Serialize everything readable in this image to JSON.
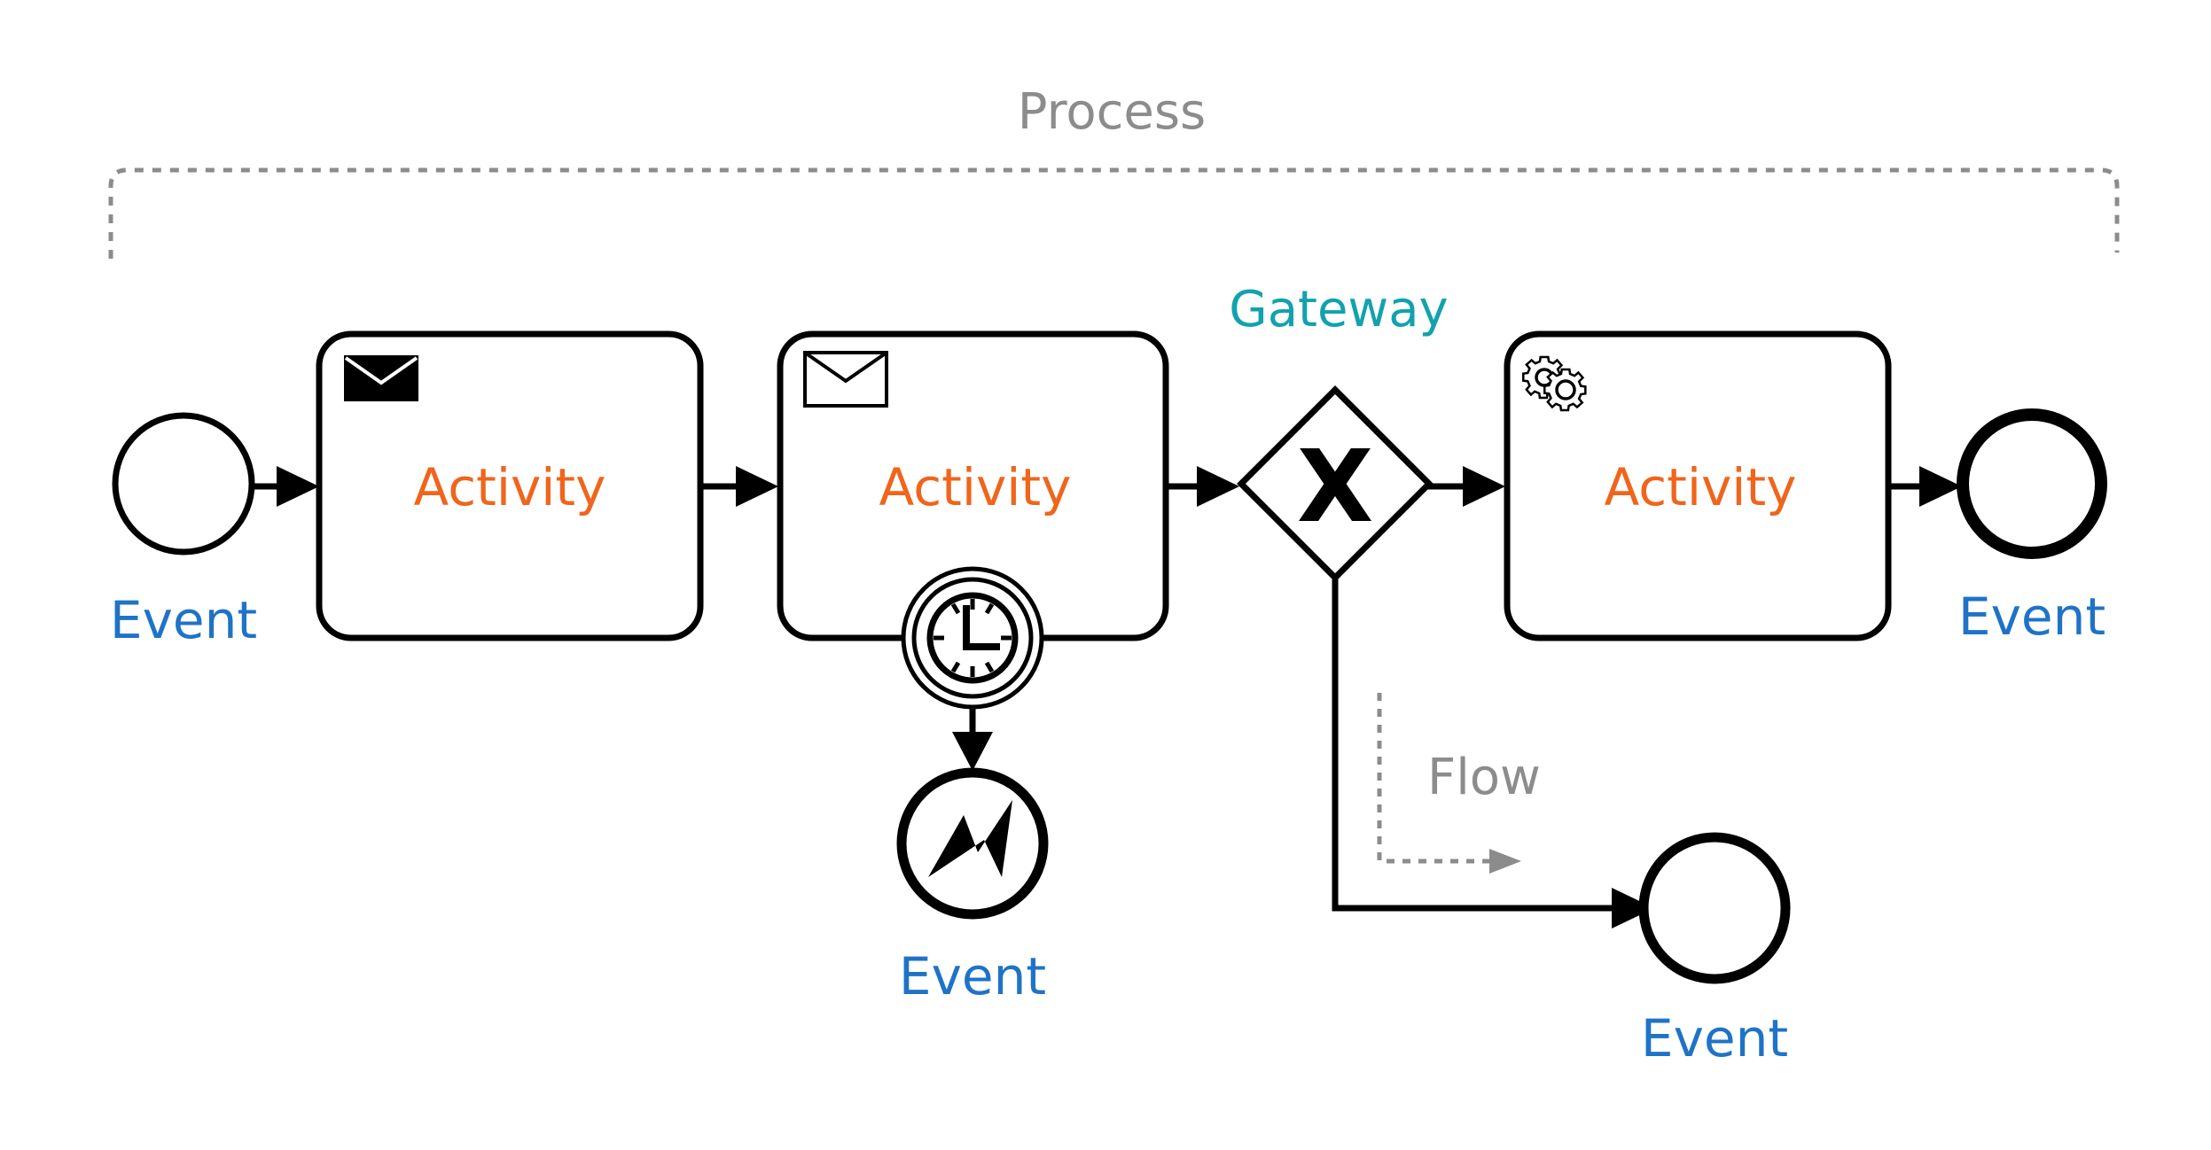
{
  "labels": {
    "process": "Process",
    "flow": "Flow",
    "gateway": "Gateway",
    "gateway_marker": "X"
  },
  "events": {
    "start": "Event",
    "error": "Event",
    "end_branch": "Event",
    "end_main": "Event"
  },
  "activities": {
    "send_task": "Activity",
    "receive_task": "Activity",
    "service_task": "Activity"
  },
  "colors": {
    "event_label": "#1f73c7",
    "activity_label": "#f0651b",
    "gateway_label": "#12a2ad",
    "annotation": "#8c8c8c",
    "line": "#000000"
  }
}
